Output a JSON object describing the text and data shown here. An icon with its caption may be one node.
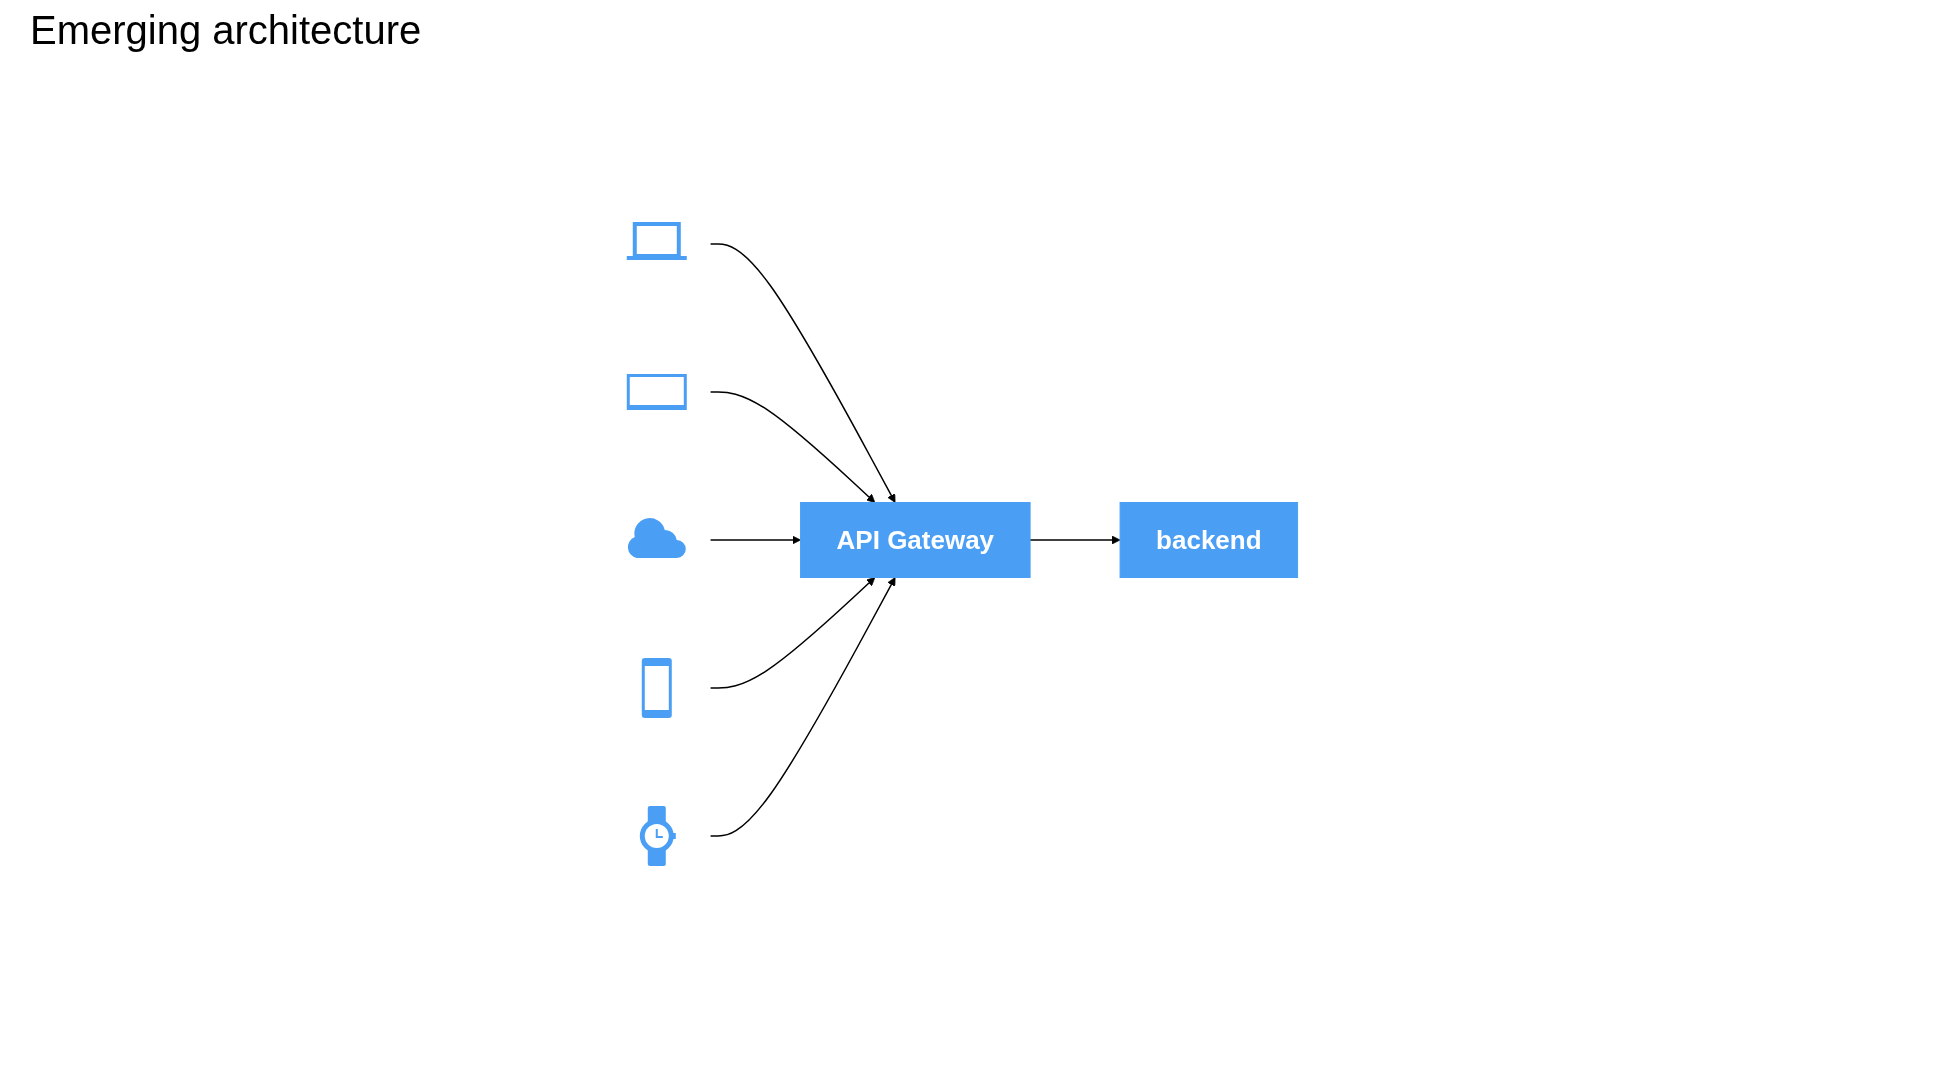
{
  "diagram": {
    "title": "Emerging architecture",
    "nodes": [
      {
        "text": [],
        "shape": "picture"
      },
      {
        "text": [],
        "shape": "picture"
      },
      {
        "text": [],
        "shape": "picture"
      },
      {
        "text": [],
        "shape": "picture"
      },
      {
        "text": [],
        "shape": "picture"
      },
      {
        "text": [
          "API Gateway"
        ]
      },
      {
        "text": [
          "backend"
        ]
      }
    ],
    "edges": [
      {
        "from": 0,
        "to": 5,
        "arrow": "to"
      },
      {
        "from": 1,
        "to": 5,
        "arrow": "to"
      },
      {
        "from": 2,
        "to": 5,
        "arrow": "to"
      },
      {
        "from": 3,
        "to": 5,
        "arrow": "to"
      },
      {
        "from": 4,
        "to": 5,
        "arrow": "to"
      },
      {
        "from": 5,
        "to": 6,
        "arrow": "to"
      }
    ]
  }
}
